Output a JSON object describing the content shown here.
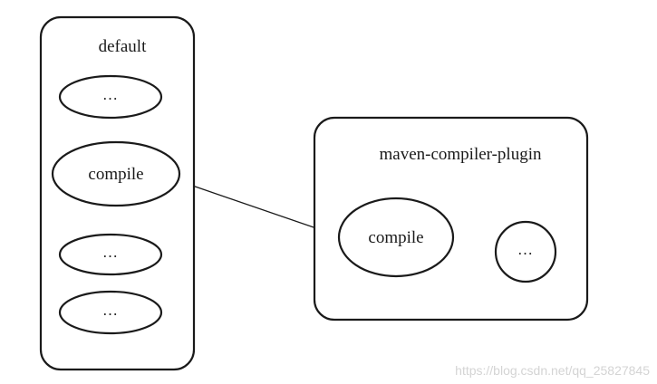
{
  "lifecycle": {
    "title": "default",
    "phases": [
      "…",
      "compile",
      "…",
      "…"
    ]
  },
  "plugin": {
    "title": "maven-compiler-plugin",
    "goals": [
      "compile",
      "…"
    ]
  },
  "binding": {
    "from": "compile",
    "to": "compile"
  },
  "watermark": "https://blog.csdn.net/qq_25827845"
}
